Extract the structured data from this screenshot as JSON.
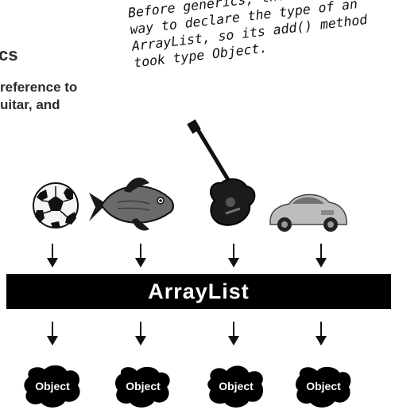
{
  "text": {
    "heading_fragment": "cs",
    "line1": "reference to",
    "line2": "uitar, and"
  },
  "annotation": {
    "lines": [
      "Before generics, there was no",
      "way to declare the type of an",
      "ArrayList, so its add() method",
      "took type Object."
    ]
  },
  "items": [
    {
      "name": "soccer-ball"
    },
    {
      "name": "fish"
    },
    {
      "name": "guitar"
    },
    {
      "name": "car"
    }
  ],
  "container": {
    "label": "ArrayList"
  },
  "outputs": [
    {
      "label": "Object"
    },
    {
      "label": "Object"
    },
    {
      "label": "Object"
    },
    {
      "label": "Object"
    }
  ]
}
